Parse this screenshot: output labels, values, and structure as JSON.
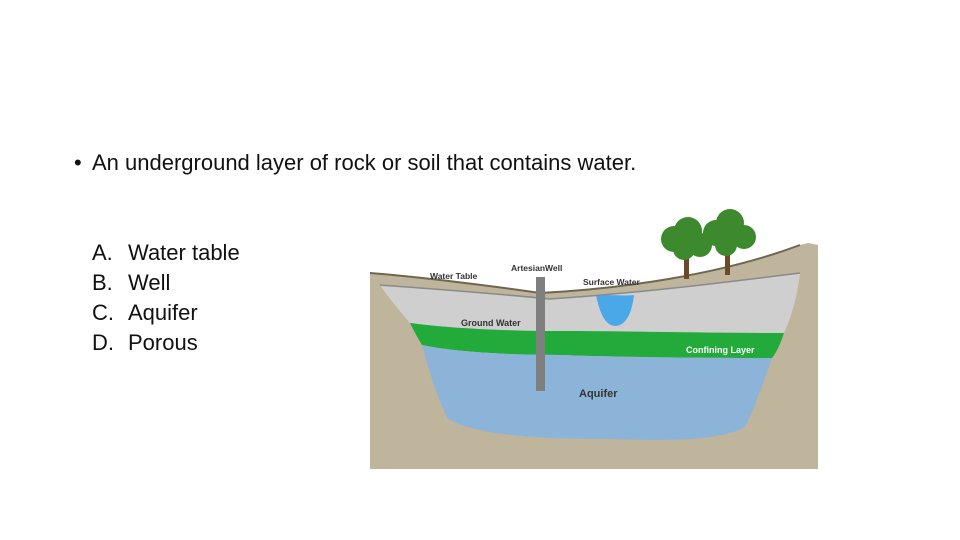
{
  "question": {
    "bullet": "•",
    "text": "An underground layer of rock or soil that contains water."
  },
  "options": [
    {
      "letter": "A.",
      "text": "Water table"
    },
    {
      "letter": "B.",
      "text": "Well"
    },
    {
      "letter": "C.",
      "text": "Aquifer"
    },
    {
      "letter": "D.",
      "text": "Porous"
    }
  ],
  "diagram": {
    "labels": {
      "water_table": "Water Table",
      "artesian_well": "ArtesianWell",
      "surface_water": "Surface Water",
      "ground_water": "Ground Water",
      "confining_layer": "Confining Layer",
      "aquifer": "Aquifer"
    },
    "colors": {
      "bedrock": "#bfb49c",
      "ground_water": "#cfcfcf",
      "confining_layer": "#22aa3a",
      "aquifer": "#8cb4d8",
      "surface_water": "#4aa8e8",
      "well": "#7f7f7f",
      "tree_foliage": "#3d8a2e",
      "tree_trunk": "#6b4a2a"
    }
  }
}
